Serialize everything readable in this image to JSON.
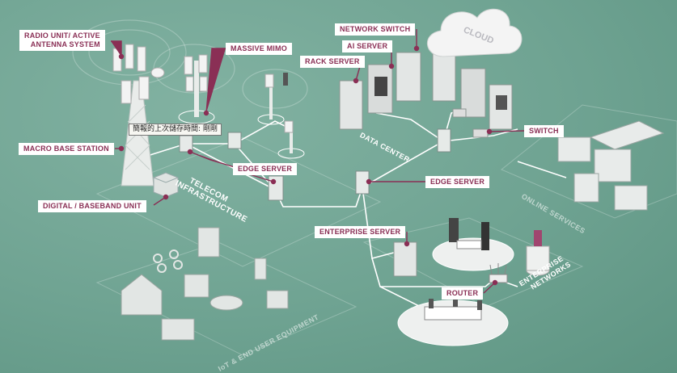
{
  "labels": {
    "radio_unit_line1": "RADIO UNIT/ ACTIVE",
    "radio_unit_line2": "ANTENNA SYSTEM",
    "massive_mimo": "MASSIVE MIMO",
    "network_switch": "NETWORK SWITCH",
    "ai_server": "AI SERVER",
    "rack_server": "RACK SERVER",
    "cloud": "CLOUD",
    "macro_base_station": "MACRO BASE STATION",
    "edge_server_left": "EDGE SERVER",
    "switch": "SWITCH",
    "edge_server_right": "EDGE SERVER",
    "digital_baseband_unit": "DIGITAL / BASEBAND UNIT",
    "enterprise_server": "ENTERPRISE SERVER",
    "router": "ROUTER"
  },
  "areas": {
    "telecom_line1": "TELECOM",
    "telecom_line2": "INFRASTRUCTURE",
    "data_center": "DATA CENTER",
    "online_services": "ONLINE SERVICES",
    "enterprise_line1": "ENTERPRISE",
    "enterprise_line2": "NETWORKS",
    "iot": "IoT & END USER EQUIPMENT"
  },
  "tooltip": "簡報的上次儲存時間: 剛剛",
  "colors": {
    "background": "#6fa392",
    "label_text": "#8a2f55",
    "label_bg": "#ffffff",
    "connector": "#8a2f55",
    "link": "#ffffff"
  }
}
